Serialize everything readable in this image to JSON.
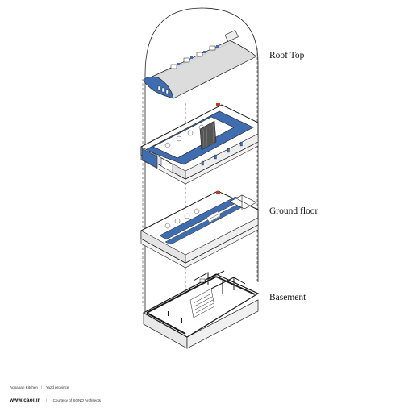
{
  "labels": {
    "roof_top": "Roof Top",
    "ground_floor": "Ground floor",
    "basement": "Basement"
  },
  "credits": {
    "project": "Aghapan Kitchen",
    "location": "Yazd province",
    "separator": "|",
    "website": "www.caoi.ir",
    "courtesy": "Courtesy of SONO Architects"
  },
  "colors": {
    "accent_blue": "#3f6db0",
    "line": "#1a1a1a",
    "roof_grey": "#d9d9d9",
    "wall_grey": "#e4e4e4"
  }
}
